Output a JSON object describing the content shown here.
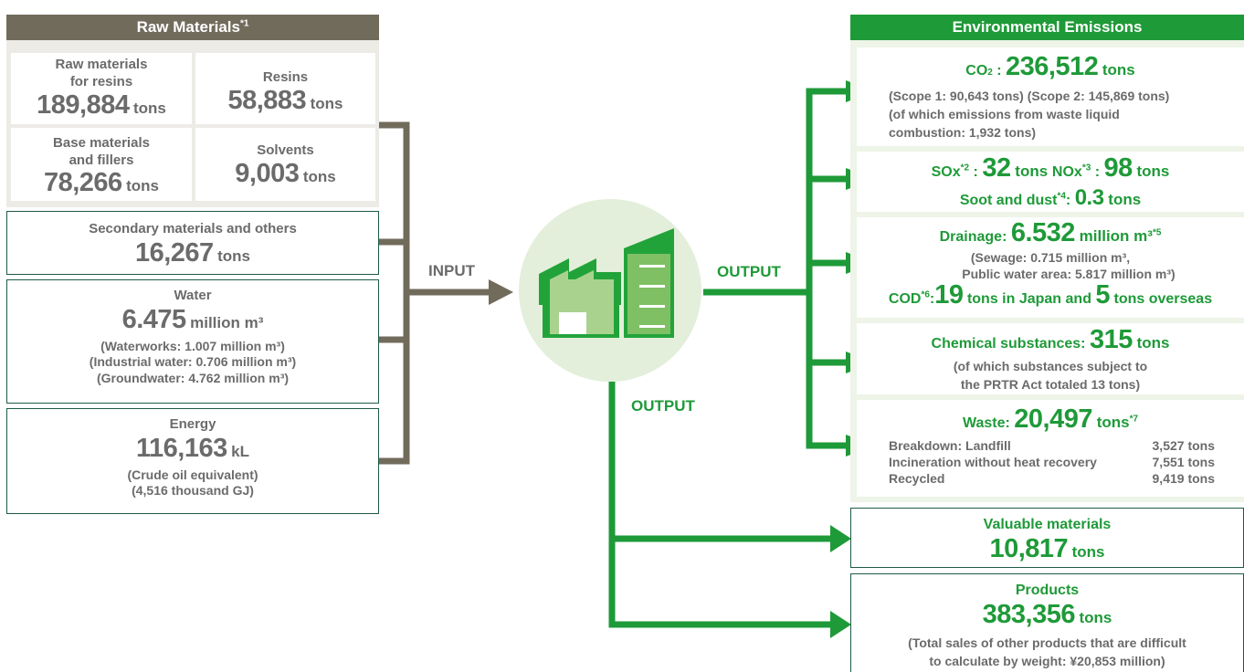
{
  "raw_materials": {
    "header": "Raw Materials",
    "header_note": "*1",
    "resin_raw": {
      "label1": "Raw materials",
      "label2": "for resins",
      "value": "189,884",
      "unit": "tons"
    },
    "resins": {
      "label": "Resins",
      "value": "58,883",
      "unit": "tons"
    },
    "base": {
      "label1": "Base materials",
      "label2": "and fillers",
      "value": "78,266",
      "unit": "tons"
    },
    "solvents": {
      "label": "Solvents",
      "value": "9,003",
      "unit": "tons"
    }
  },
  "secondary": {
    "label": "Secondary materials and others",
    "value": "16,267",
    "unit": "tons"
  },
  "water": {
    "label": "Water",
    "value": "6.475",
    "unit": "million m³",
    "details": [
      "(Waterworks: 1.007 million m³)",
      "(Industrial water: 0.706 million m³)",
      "(Groundwater: 4.762 million m³)"
    ]
  },
  "energy": {
    "label": "Energy",
    "value": "116,163",
    "unit": "kL",
    "details": [
      "(Crude oil equivalent)",
      "(4,516 thousand GJ)"
    ]
  },
  "flow": {
    "input": "INPUT",
    "output_right": "OUTPUT",
    "output_down": "OUTPUT"
  },
  "emissions": {
    "header": "Environmental Emissions",
    "co2": {
      "label": "CO",
      "label_sub": "2",
      "sep": " : ",
      "value": "236,512",
      "unit": "tons",
      "scope": "(Scope 1: 90,643 tons) (Scope 2: 145,869 tons)",
      "waste1": "(of which emissions from waste liquid",
      "waste2": "combustion: 1,932 tons)"
    },
    "sox": {
      "sox_label": "SOx",
      "sox_note": "*2",
      "sep1": " : ",
      "sox_value": "32",
      "sox_unit": " tons ",
      "nox_label": "NOx",
      "nox_note": "*3",
      "sep2": " : ",
      "nox_value": "98",
      "nox_unit": " tons",
      "soot_label": "Soot and dust",
      "soot_note": "*4",
      "sep3": ": ",
      "soot_value": "0.3",
      "soot_unit": " tons"
    },
    "drainage": {
      "label": "Drainage: ",
      "value": "6.532",
      "unit": " million m³",
      "note": "*5",
      "sewage": "(Sewage: 0.715 million m³,",
      "public": "Public water area: 5.817 million m³)",
      "cod_label": "COD",
      "cod_note": "*6",
      "cod_sep": ":",
      "cod_jp": "19",
      "cod_mid": " tons in Japan and ",
      "cod_os": "5",
      "cod_end": " tons overseas"
    },
    "chemical": {
      "label": "Chemical substances: ",
      "value": "315",
      "unit": " tons",
      "line1": "(of which substances subject to",
      "line2": "the PRTR Act totaled 13 tons)"
    },
    "waste": {
      "label": "Waste: ",
      "value": "20,497",
      "unit": " tons",
      "note": "*7",
      "rows": [
        {
          "name": "Breakdown: Landfill",
          "amount": "3,527 tons"
        },
        {
          "name": "Incineration without heat recovery",
          "amount": "7,551 tons"
        },
        {
          "name": "Recycled",
          "amount": "9,419 tons"
        }
      ]
    }
  },
  "valuable": {
    "label": "Valuable materials",
    "value": "10,817",
    "unit": "tons"
  },
  "products": {
    "label": "Products",
    "value": "383,356",
    "unit": "tons",
    "note1": "(Total sales of other products that are difficult",
    "note2": "to calculate by weight: ¥20,853 million)"
  },
  "colors": {
    "gray": "#6b6b5b",
    "green": "#1e9a38",
    "light_green_bg": "#eef4e8",
    "gray_bg": "#ecebe6"
  }
}
